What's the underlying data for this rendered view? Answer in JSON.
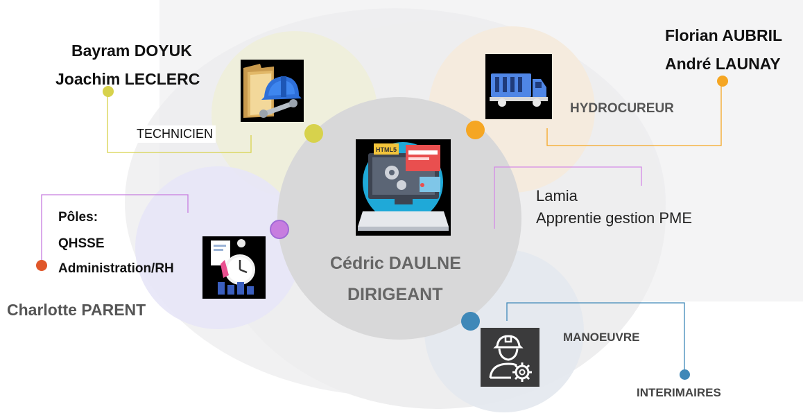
{
  "center": {
    "name": "Cédric DAULNE",
    "role": "DIRIGEANT"
  },
  "technicien": {
    "names": [
      "Bayram DOYUK",
      "Joachim LECLERC"
    ],
    "label": "TECHNICIEN",
    "color": "#d7d24c"
  },
  "hydrocureur": {
    "names": [
      "Florian AUBRIL",
      "André LAUNAY"
    ],
    "label": "HYDROCUREUR",
    "color": "#f5a623"
  },
  "apprentie": {
    "name": "Lamia",
    "role": "Apprentie gestion PME",
    "color": "#d48ae6"
  },
  "poles": {
    "title": "Pôles:",
    "items": [
      "QHSSE",
      "Administration/RH"
    ],
    "person": "Charlotte PARENT",
    "color": "#c77ddf",
    "dot_color": "#e0572a"
  },
  "manoeuvre": {
    "label": "MANOEUVRE",
    "sub": "INTERIMAIRES",
    "color": "#3f88b8"
  },
  "icons": {
    "technicien": "folder-hardhat-wrench-icon",
    "hydrocureur": "truck-icon",
    "center": "computer-html-icon",
    "poles": "clock-documents-icon",
    "manoeuvre": "worker-gear-icon",
    "center_badge": "HTML5"
  }
}
